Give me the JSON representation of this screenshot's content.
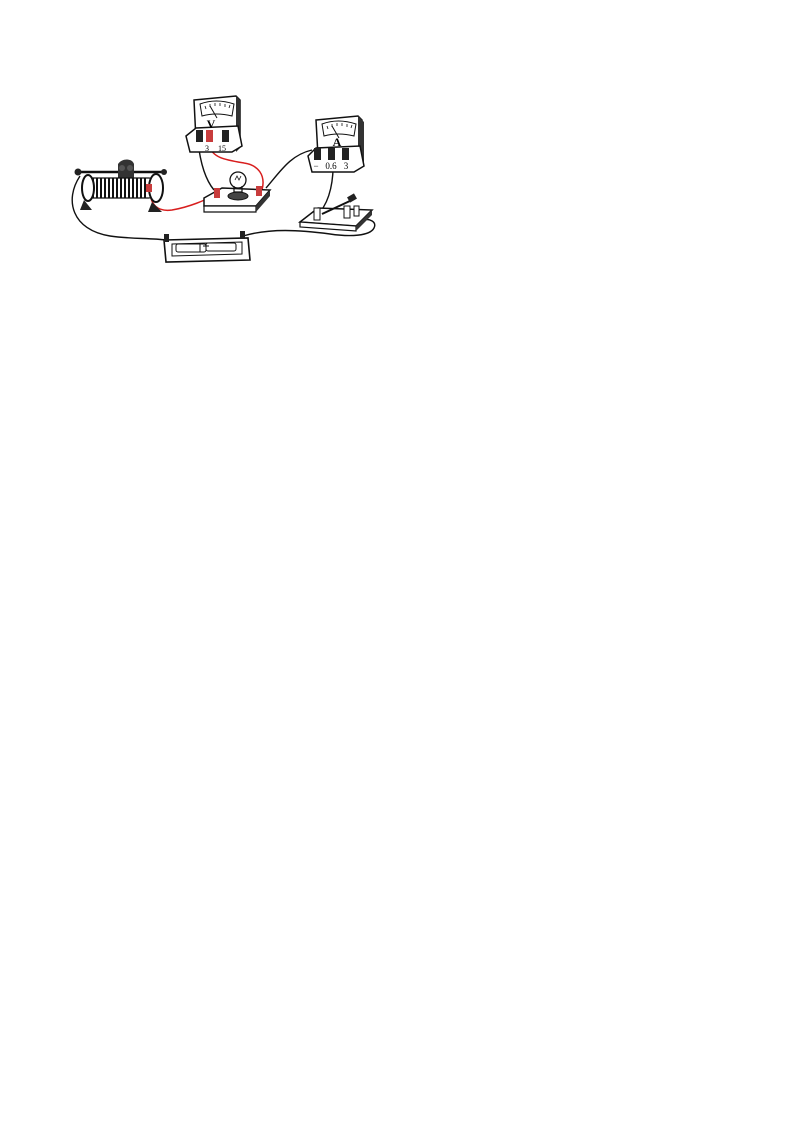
{
  "voltmeter": {
    "symbol": "V",
    "terminal_labels": [
      "3",
      "15"
    ]
  },
  "ammeter": {
    "symbol": "A",
    "terminal_labels": [
      "−",
      "0.6",
      "3"
    ]
  },
  "colors": {
    "wire_black": "#111111",
    "wire_red": "#d81e1e",
    "terminal_red": "#c83c3c",
    "ink": "#000000"
  },
  "components": [
    "rheostat-icon",
    "voltmeter-icon",
    "lamp-icon",
    "ammeter-icon",
    "switch-icon",
    "battery-icon"
  ]
}
